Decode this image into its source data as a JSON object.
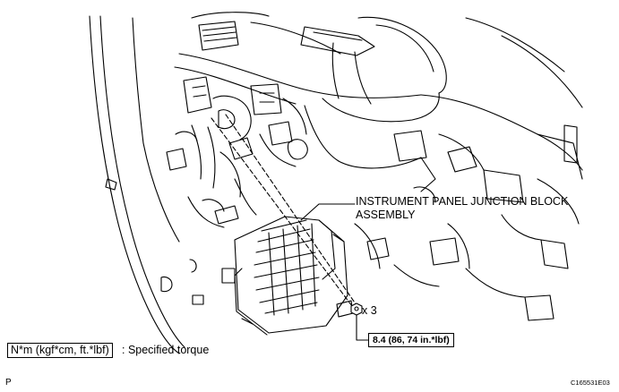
{
  "callout": {
    "line1": "INSTRUMENT PANEL JUNCTION BLOCK",
    "line2": "ASSEMBLY"
  },
  "fastener": {
    "count": "x 3"
  },
  "torque": {
    "value": "8.4 (86, 74 in.*lbf)"
  },
  "legend": {
    "unit": "N*m (kgf*cm, ft.*lbf)",
    "suffix": ": Specified torque"
  },
  "figure_code": "C165531E03",
  "corner_mark": "P"
}
